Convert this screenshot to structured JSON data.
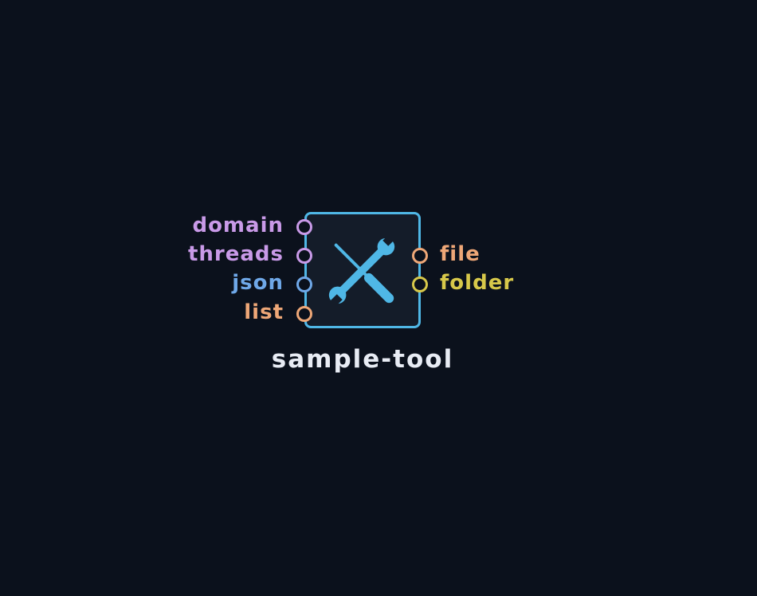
{
  "node": {
    "title": "sample-tool",
    "icon": "tools-icon",
    "border_color": "#4fb7e6",
    "inputs": [
      {
        "label": "domain",
        "color": "#c99ae8"
      },
      {
        "label": "threads",
        "color": "#c99ae8"
      },
      {
        "label": "json",
        "color": "#6fa8e8"
      },
      {
        "label": "list",
        "color": "#eea777"
      }
    ],
    "outputs": [
      {
        "label": "file",
        "color": "#eea777"
      },
      {
        "label": "folder",
        "color": "#d7c84a"
      }
    ]
  }
}
